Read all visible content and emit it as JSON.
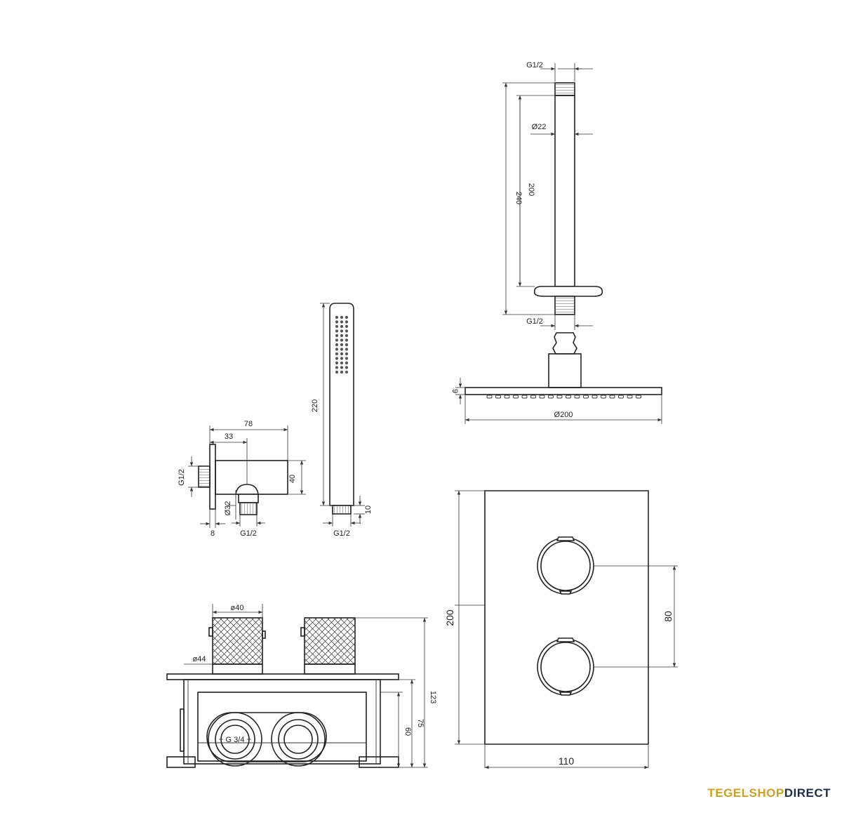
{
  "dimensions": {
    "arm_thread_top": "G1/2",
    "arm_dia": "Ø22",
    "arm_len_200": "200",
    "arm_len_240": "240",
    "arm_thread_bottom": "G1/2",
    "head_height": "9",
    "head_dia": "Ø200",
    "hand_len": "220",
    "hand_thread_len": "10",
    "hand_thread": "G1/2",
    "elbow_width": "78",
    "elbow_offset": "33",
    "elbow_thread_in": "G1/2",
    "elbow_height": "40",
    "elbow_dia": "Ø32",
    "elbow_flange": "8",
    "elbow_thread_out": "G1/2",
    "knob_dia": "ø40",
    "rosette_dia": "ø44",
    "box_depth_123": "123",
    "box_depth_75": "75",
    "box_depth_60": "60",
    "inlet_thread": "G 3/4",
    "plate_height": "200",
    "knob_spacing": "80",
    "plate_width": "110"
  },
  "logo": {
    "part1": "TEGELSHOP",
    "part2": "DIRECT"
  }
}
